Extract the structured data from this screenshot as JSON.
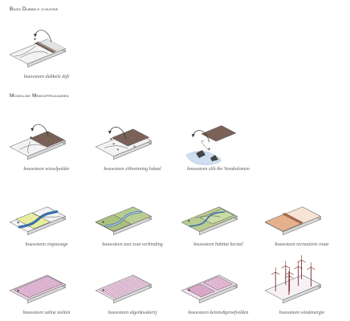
{
  "headings": {
    "basis": "Basis Dubbele dijkzone",
    "meekoppel": "Mogelijke Meekoppelkansen"
  },
  "colors": {
    "outline": "#555555",
    "base_top": "#f3f3f3",
    "base_side": "#d8d8d8",
    "brown": "#7a6258",
    "green": "#b9cc92",
    "blue": "#3a6fa8",
    "pale_blue": "#cfdff0",
    "orange": "#e6b08c",
    "pink": "#c98fb8"
  },
  "tiles": [
    {
      "caption": "bouwsteen dubbele dijk",
      "variant": "dubbele-dijk"
    },
    {
      "caption": "bouwsteen wisselpolder",
      "variant": "wisselpolder"
    },
    {
      "caption": "bouwsteen slibwinning lokaal",
      "variant": "slibwinning"
    },
    {
      "caption": "bouwsteen slib tbv Veenkolonien",
      "variant": "slib-veenkolonien"
    },
    {
      "caption": "bouwsteen vispassage",
      "variant": "vispassage"
    },
    {
      "caption": "bouwsteen zoet zout verbinding",
      "variant": "zoet-zout"
    },
    {
      "caption": "bouwsteen habitat herstel",
      "variant": "habitat"
    },
    {
      "caption": "bouwsteen recreatieve route",
      "variant": "recreatie"
    },
    {
      "caption": "bouwsteen saline teelten",
      "variant": "saline"
    },
    {
      "caption": "bouwsteen algenkwekerij",
      "variant": "algen"
    },
    {
      "caption": "bouwsteen kennis&proefvelden",
      "variant": "kennis"
    },
    {
      "caption": "bouwsteen windenergie",
      "variant": "wind"
    }
  ]
}
